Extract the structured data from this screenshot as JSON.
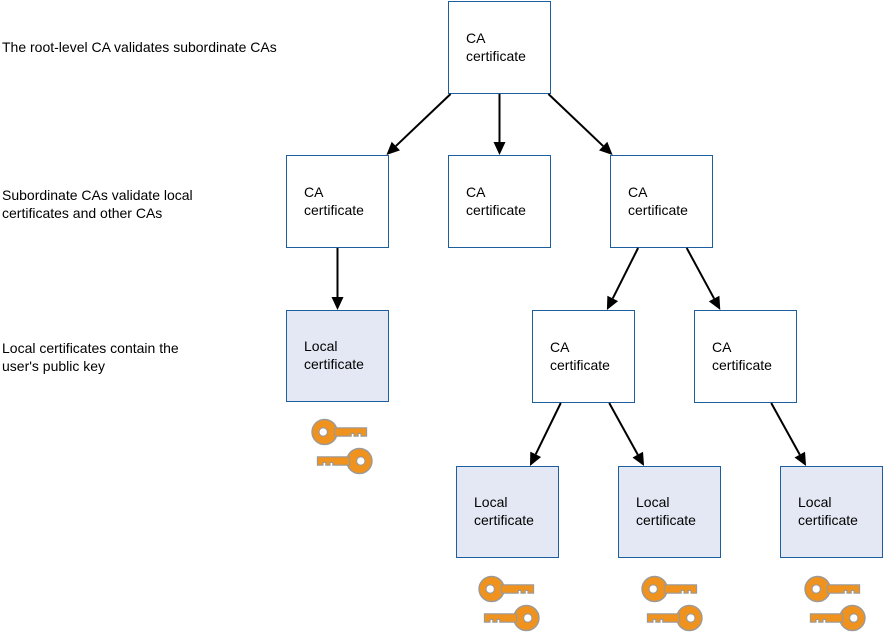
{
  "annotations": {
    "root": [
      "The root-level CA validates subordinate CAs"
    ],
    "subordinate": [
      "Subordinate CAs validate local",
      "certificates and other CAs"
    ],
    "local": [
      "Local certificates contain the",
      "user's public key"
    ]
  },
  "labels": {
    "ca": [
      "CA",
      "certificate"
    ],
    "local": [
      "Local",
      "certificate"
    ]
  },
  "nodes": [
    {
      "id": "root-ca",
      "kind": "ca"
    },
    {
      "id": "ca-left",
      "kind": "ca"
    },
    {
      "id": "ca-middle",
      "kind": "ca"
    },
    {
      "id": "ca-right",
      "kind": "ca"
    },
    {
      "id": "ca-right-a",
      "kind": "ca"
    },
    {
      "id": "ca-right-b",
      "kind": "ca"
    },
    {
      "id": "local-left",
      "kind": "local"
    },
    {
      "id": "local-a1",
      "kind": "local"
    },
    {
      "id": "local-a2",
      "kind": "local"
    },
    {
      "id": "local-b1",
      "kind": "local"
    }
  ],
  "edges": [
    [
      "root-ca",
      "ca-left"
    ],
    [
      "root-ca",
      "ca-middle"
    ],
    [
      "root-ca",
      "ca-right"
    ],
    [
      "ca-left",
      "local-left"
    ],
    [
      "ca-right",
      "ca-right-a"
    ],
    [
      "ca-right",
      "ca-right-b"
    ],
    [
      "ca-right-a",
      "local-a1"
    ],
    [
      "ca-right-a",
      "local-a2"
    ],
    [
      "ca-right-b",
      "local-b1"
    ]
  ],
  "colors": {
    "box_border": "#1d5e9e",
    "local_fill": "#e4e8f4",
    "key": "#f0921e",
    "key_stroke": "#9a9a9a",
    "arrow": "#000000"
  },
  "icons": {
    "key": "key-icon"
  }
}
